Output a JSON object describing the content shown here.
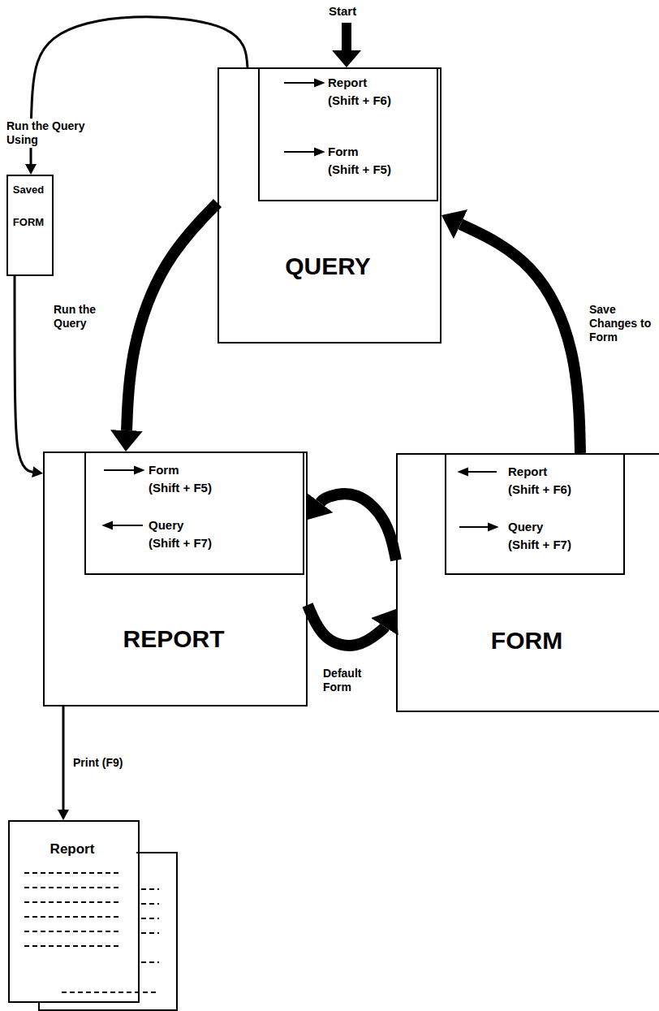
{
  "diagram": {
    "nodes": [
      {
        "text": [
          "QUERY"
        ]
      },
      {
        "text": [
          "Report",
          "(Shift + F6)",
          "Form",
          "(Shift + F5)"
        ],
        "in": 0
      },
      {
        "text": [
          "Saved",
          "FORM"
        ]
      },
      {
        "text": [
          "REPORT"
        ]
      },
      {
        "text": [
          "Form",
          "(Shift + F5)",
          "Query",
          "(Shift + F7)"
        ],
        "in": 3
      },
      {
        "text": [
          "FORM"
        ]
      },
      {
        "text": [
          "Report",
          "(Shift + F6)",
          "Query",
          "(Shift + F7)"
        ],
        "in": 5
      },
      {
        "text": [
          "Report"
        ]
      }
    ],
    "edges": [
      {
        "from": 0,
        "to": 2,
        "label": "Run the Query Using",
        "arrow": "to"
      },
      {
        "from": 2,
        "to": 3,
        "arrow": "to"
      },
      {
        "from": 0,
        "to": 3,
        "label": "Run the Query",
        "arrow": "to"
      },
      {
        "from": 5,
        "to": 0,
        "label": "Save Changes to Form",
        "arrow": "to"
      },
      {
        "from": 5,
        "to": 3,
        "arrow": "to"
      },
      {
        "from": 3,
        "to": 5,
        "label": "Default Form",
        "arrow": "to"
      },
      {
        "from": 3,
        "to": 7,
        "label": "Print (F9)",
        "arrow": "to"
      }
    ],
    "labels": [
      "Start"
    ]
  }
}
